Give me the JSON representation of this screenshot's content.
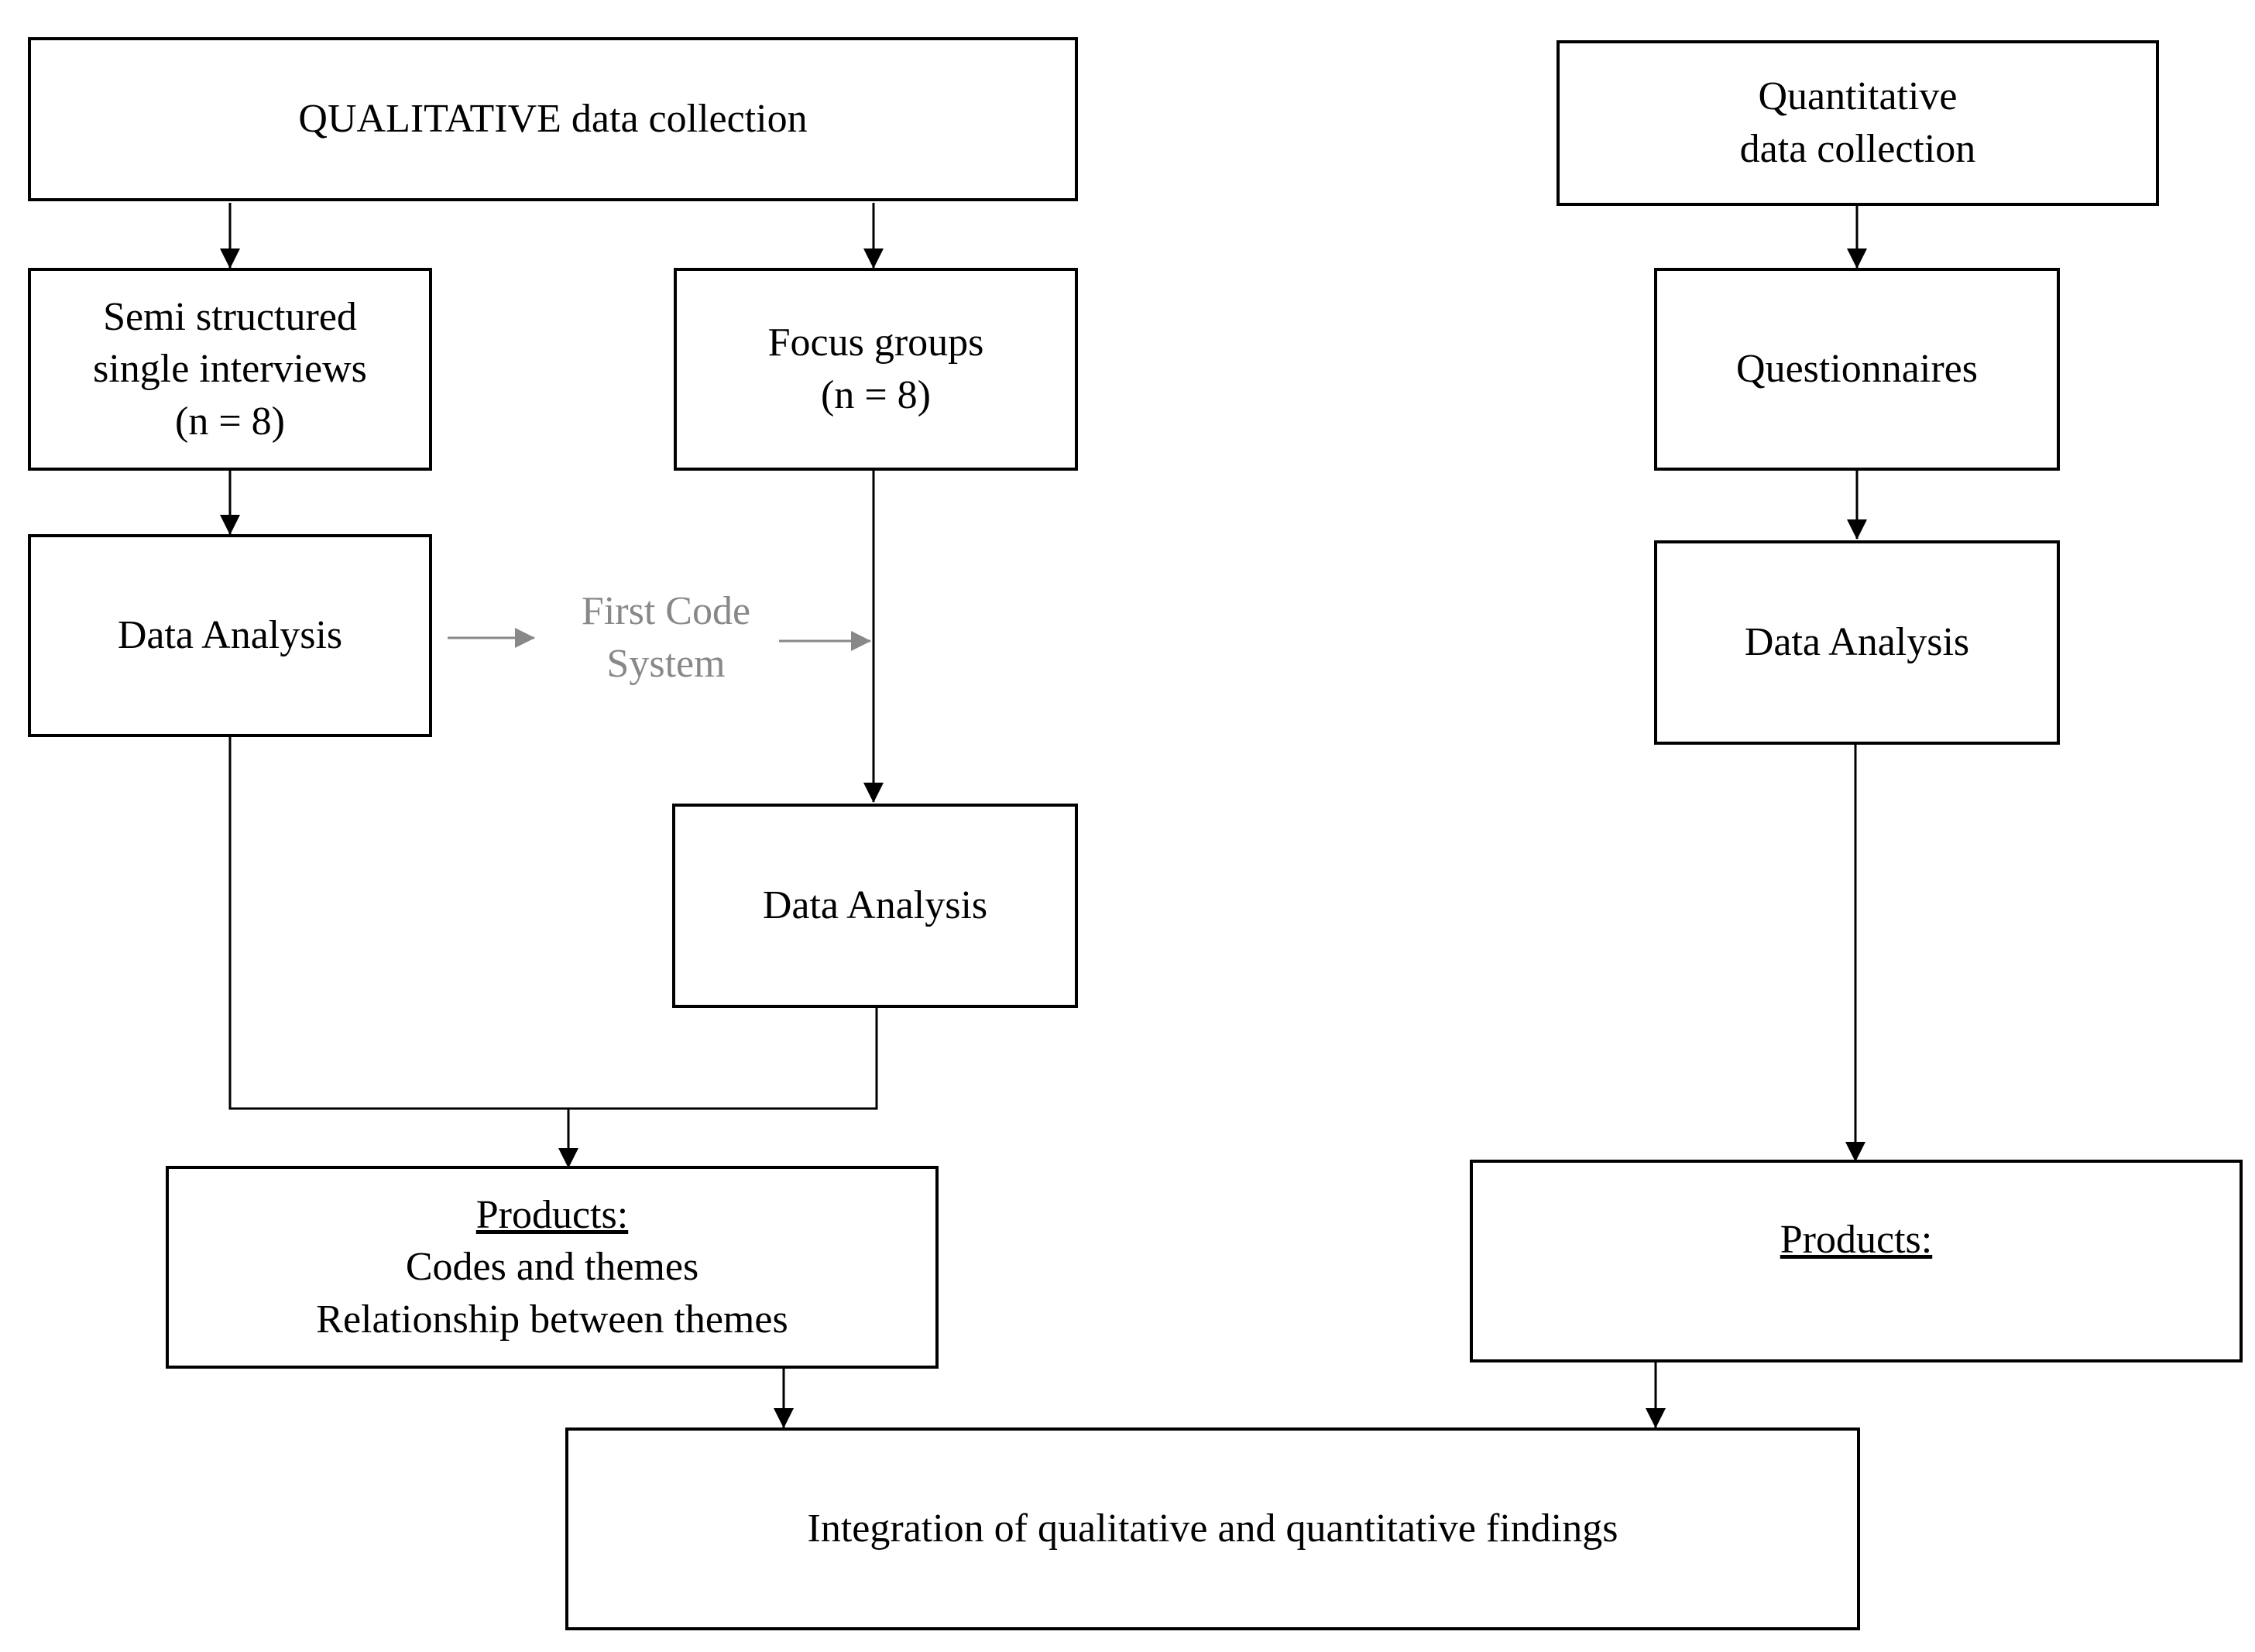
{
  "qualitative": {
    "title": "QUALITATIVE data collection",
    "interviews": {
      "line1": "Semi structured",
      "line2": "single interviews",
      "line3": "(n = 8)"
    },
    "focus_groups": {
      "line1": "Focus groups",
      "line2": "(n = 8)"
    },
    "analysis_interviews": "Data Analysis",
    "first_code_system": {
      "line1": "First Code",
      "line2": "System"
    },
    "analysis_focus": "Data Analysis",
    "products": {
      "heading": "Products:",
      "line1": "Codes and themes",
      "line2": "Relationship between themes"
    }
  },
  "quantitative": {
    "title_line1": "Quantitative",
    "title_line2": "data collection",
    "questionnaires": "Questionnaires",
    "analysis": "Data Analysis",
    "products": {
      "heading": "Products:"
    }
  },
  "integration": "Integration of qualitative and quantitative findings",
  "colors": {
    "line": "#000000",
    "muted": "#888888"
  }
}
